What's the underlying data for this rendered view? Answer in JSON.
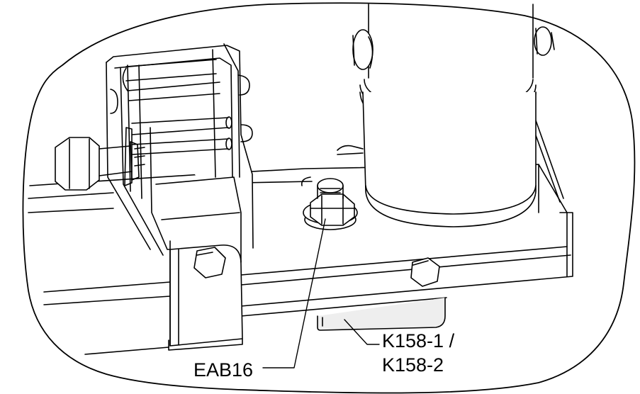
{
  "callouts": {
    "eab16": "EAB16",
    "k158_line1": "K158-1 /",
    "k158_line2": "K158-2"
  },
  "colors": {
    "line": "#000000",
    "shade": "#eeeeee",
    "background": "#ffffff"
  }
}
